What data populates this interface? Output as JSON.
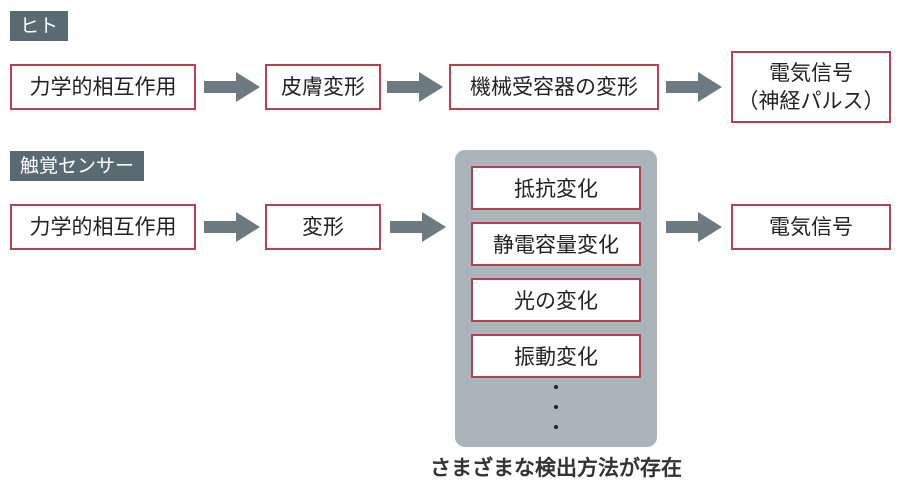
{
  "colors": {
    "tag_bg": "#5a6a72",
    "box_border": "#b9404f",
    "arrow": "#6d7a82",
    "panel_bg": "#a9b5bb"
  },
  "human": {
    "label": "ヒト",
    "steps": [
      {
        "text": "力学的相互作用"
      },
      {
        "text": "皮膚変形"
      },
      {
        "text": "機械受容器の変形"
      },
      {
        "line1": "電気信号",
        "line2": "（神経パルス）"
      }
    ]
  },
  "sensor": {
    "label": "触覚センサー",
    "steps": [
      {
        "text": "力学的相互作用"
      },
      {
        "text": "変形"
      },
      {
        "text": "電気信号"
      }
    ],
    "methods": [
      "抵抗変化",
      "静電容量変化",
      "光の変化",
      "振動変化"
    ],
    "ellipsis": "⋮",
    "caption": "さまざまな検出方法が存在"
  }
}
